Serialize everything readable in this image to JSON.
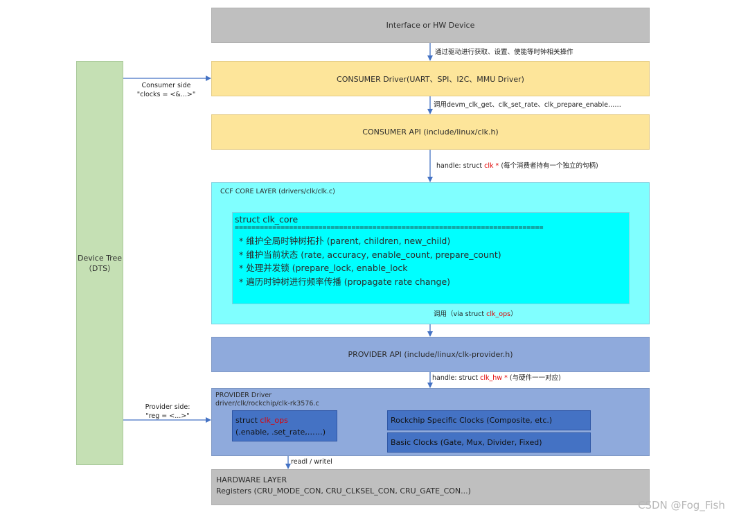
{
  "interface": {
    "label": "Interface or HW Device"
  },
  "consumer_driver": {
    "label": "CONSUMER Driver(UART、SPI、I2C、MMU Driver)"
  },
  "consumer_api": {
    "label": "CONSUMER API (include/linux/clk.h)"
  },
  "ccf_core": {
    "label": "CCF CORE LAYER (drivers/clk/clk.c)",
    "inner": {
      "title": "struct clk_core",
      "separator": "==========================================================================",
      "items": [
        "* 维护全局时钟树拓扑 (parent, children, new_child)",
        "* 维护当前状态 (rate, accuracy, enable_count, prepare_count)",
        "* 处理并发锁 (prepare_lock, enable_lock",
        "* 遍历时钟树进行频率传播 (propagate rate change)"
      ]
    }
  },
  "provider_api": {
    "label": "PROVIDER API (include/linux/clk-provider.h)"
  },
  "provider_driver": {
    "label_line1": "PROVIDER Driver",
    "label_line2": "driver/clk/rockchip/clk-rk3576.c",
    "clk_ops": {
      "prefix": "struct ",
      "name": "clk_ops",
      "members": "(.enable, .set_rate,……)"
    },
    "rockchip": "Rockchip Specific Clocks (Composite, etc.)",
    "basic": "Basic Clocks (Gate, Mux, Divider, Fixed)"
  },
  "hardware": {
    "line1": "HARDWARE LAYER",
    "line2": "Registers (CRU_MODE_CON, CRU_CLKSEL_CON, CRU_GATE_CON...)"
  },
  "device_tree": {
    "line1": "Device Tree",
    "line2": "（DTS）"
  },
  "edges": {
    "e1": "通过驱动进行获取、设置、使能等时钟相关操作",
    "e2": "调用devm_clk_get、clk_set_rate、clk_prepare_enable……",
    "e3": {
      "prefix": "handle: struct ",
      "red": "clk *",
      "suffix": " (每个消费者持有一个独立的句柄)"
    },
    "e4": {
      "prefix": "调用（via struct ",
      "red": "clk_ops",
      "suffix": "）"
    },
    "e5": {
      "prefix": "handle: struct ",
      "red": "clk_hw *",
      "suffix": " (与硬件一一对应)"
    },
    "e6": "readl / writel",
    "consumer_side": {
      "line1": "Consumer side",
      "line2": "\"clocks = <&...>\""
    },
    "provider_side": {
      "line1": "Provider side:",
      "line2": "\"reg = <...>\""
    }
  },
  "watermark": "CSDN @Fog_Fish"
}
